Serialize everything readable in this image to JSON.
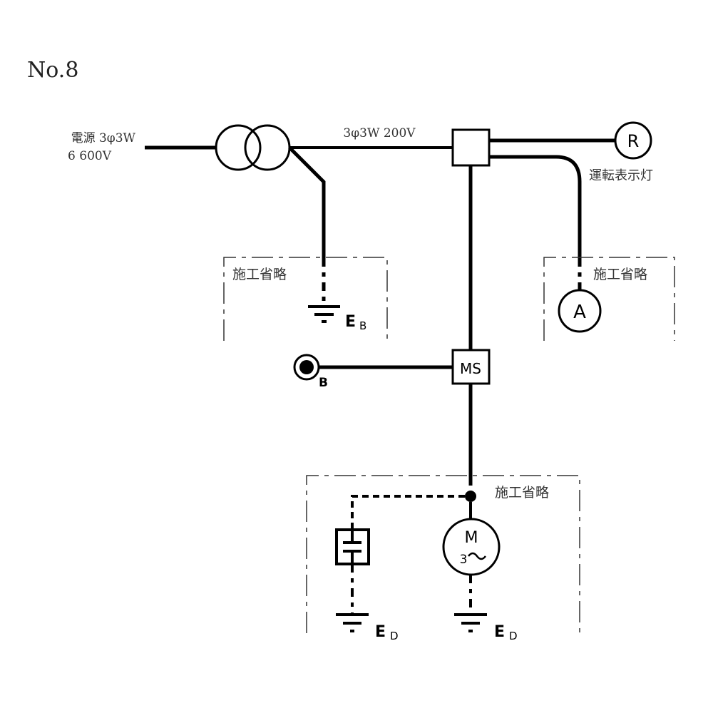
{
  "title": "No.8",
  "source": {
    "line1": "電源 3φ3W",
    "line2": "6 600V"
  },
  "secondary_label": "3φ3W 200V",
  "pilot_lamp": {
    "symbol": "R",
    "label": "運転表示灯"
  },
  "ammeter": {
    "symbol": "A"
  },
  "motor_starter": {
    "symbol": "MS"
  },
  "pushbutton": {
    "label": "B"
  },
  "motor": {
    "symbol_top": "M",
    "symbol_bottom": "3~"
  },
  "omitted_label": "施工省略",
  "grounds": {
    "eb": {
      "main": "E",
      "sub": "B"
    },
    "ed1": {
      "main": "E",
      "sub": "D"
    },
    "ed2": {
      "main": "E",
      "sub": "D"
    }
  },
  "colors": {
    "line": "#000000",
    "text": "#333333",
    "dash": "#333333"
  }
}
